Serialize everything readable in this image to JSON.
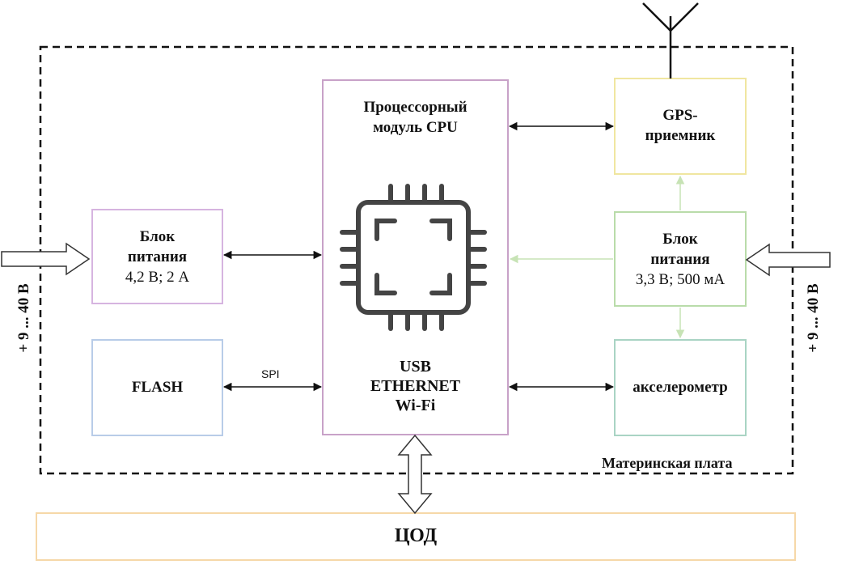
{
  "cpu": {
    "title_line1": "Процессорный",
    "title_line2": "модуль CPU",
    "iface_line1": "USB",
    "iface_line2": "ETHERNET",
    "iface_line3": "Wi-Fi"
  },
  "gps": {
    "line1": "GPS-",
    "line2": "приемник"
  },
  "psu_left": {
    "line1": "Блок",
    "line2": "питания",
    "line3": "4,2 В; 2 А"
  },
  "psu_right": {
    "line1": "Блок",
    "line2": "питания",
    "line3": "3,3 В; 500 мА"
  },
  "flash": {
    "label": "FLASH"
  },
  "accel": {
    "label": "акселерометр"
  },
  "spi_label": "SPI",
  "board_label": "Материнская плата",
  "dc_label": "ЦОД",
  "voltage_left": "+ 9 ... 40 В",
  "voltage_right": "+ 9 ... 40 В",
  "colors": {
    "cpu_border": "#c8a2c8",
    "gps_border": "#f0e6a0",
    "psu_left_border": "#d6b4e0",
    "psu_right_border": "#b9dcaa",
    "flash_border": "#b8cce8",
    "accel_border": "#a9d4c4",
    "dc_border": "#f6d8a8",
    "green_arrow": "#c7e3b5"
  }
}
